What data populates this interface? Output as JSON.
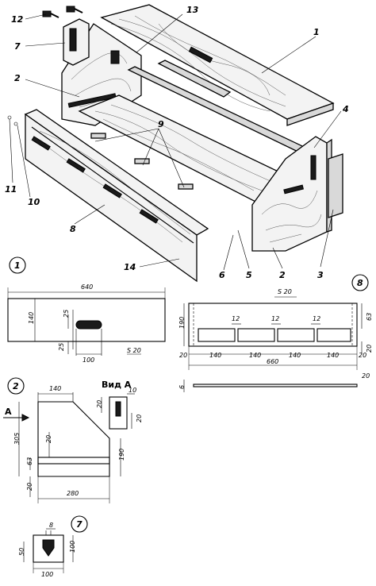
{
  "callouts": [
    "12",
    "13",
    "1",
    "7",
    "2",
    "4",
    "9",
    "11",
    "10",
    "8",
    "14",
    "6",
    "5",
    "2",
    "3"
  ],
  "details": {
    "one": {
      "circle": "1",
      "dims": [
        "640",
        "140",
        "25",
        "25",
        "100"
      ],
      "material": "S 20"
    },
    "eight": {
      "circle": "8",
      "material": "S 20",
      "dims": [
        "190",
        "12",
        "12",
        "12",
        "63",
        "20",
        "140",
        "140",
        "140",
        "140",
        "20",
        "20",
        "660",
        "6",
        "20"
      ]
    },
    "two": {
      "circle": "2",
      "view_marker": "A",
      "view_label": "Вид А",
      "dims": [
        "140",
        "10",
        "20",
        "20",
        "305",
        "20",
        "63",
        "190",
        "20",
        "280"
      ]
    },
    "seven": {
      "circle": "7",
      "dims": [
        "8",
        "50",
        "100",
        "100"
      ]
    }
  }
}
